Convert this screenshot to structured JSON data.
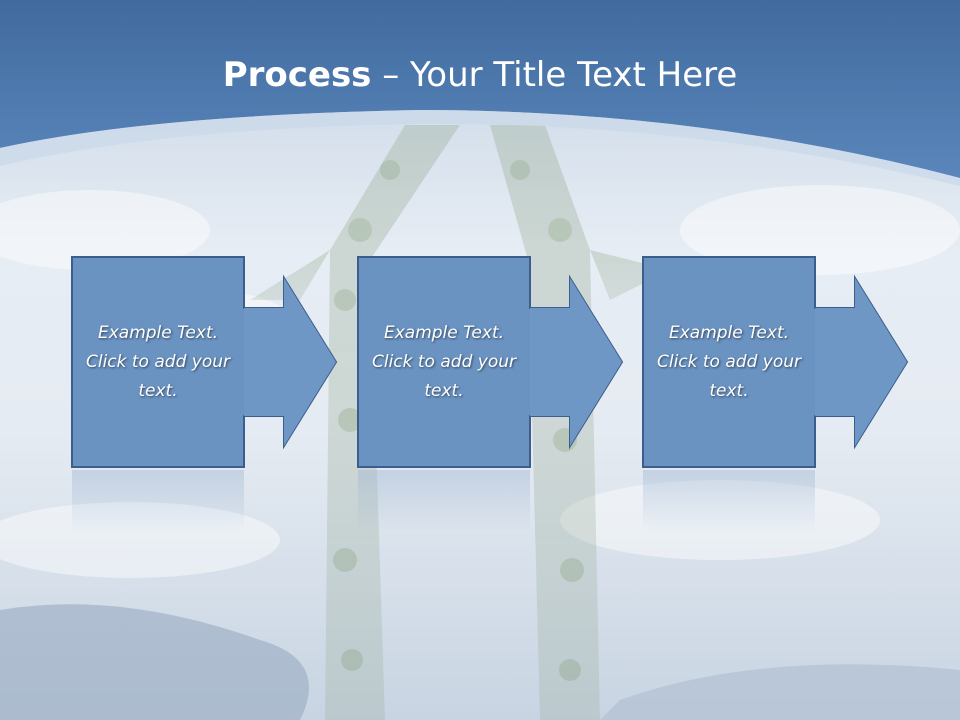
{
  "title": {
    "bold": "Process",
    "rest": " – Your Title Text Here"
  },
  "steps": [
    {
      "text": "Example Text.  Click  to add  your text."
    },
    {
      "text": "Example Text.  Click  to add  your text."
    },
    {
      "text": "Example Text.  Click  to add  your text."
    }
  ],
  "colors": {
    "header": "#4e78ad",
    "box_fill": "#6a93c2",
    "box_stroke": "#3c5e8c",
    "arrow_fill": "#6f97c6",
    "text": "#ffffff"
  }
}
